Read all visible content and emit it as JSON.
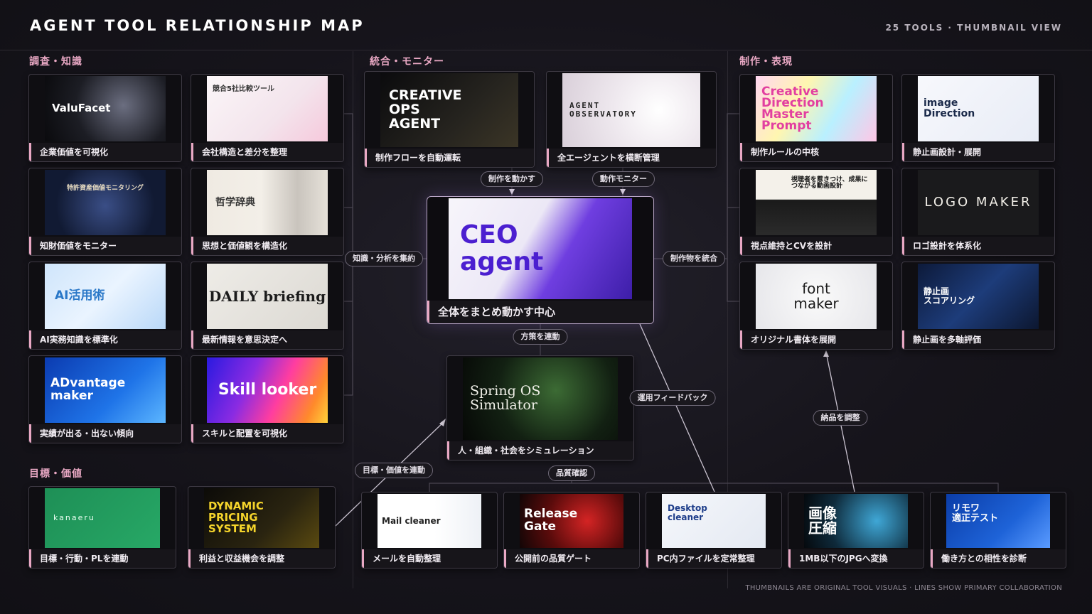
{
  "header": {
    "title": "AGENT TOOL RELATIONSHIP MAP",
    "subtitle": "25 TOOLS · THUMBNAIL VIEW"
  },
  "sections": {
    "research": "調査・知識",
    "integration": "統合・モニター",
    "creation": "制作・表現",
    "goals": "目標・価値"
  },
  "footer": "THUMBNAILS ARE ORIGINAL TOOL VISUALS · LINES SHOW PRIMARY COLLABORATION",
  "center": {
    "thumb": "CEO\nagent",
    "caption": "全体をまとめ動かす中心"
  },
  "tools": [
    {
      "thumb": "ValuFacet",
      "caption": "企業価値を可視化"
    },
    {
      "thumb": "競合5社比較ツール",
      "caption": "会社構造と差分を整理"
    },
    {
      "thumb": "特許資産価値モニタリング",
      "caption": "知財価値をモニター"
    },
    {
      "thumb": "哲学辞典",
      "caption": "思想と価値観を構造化"
    },
    {
      "thumb": "AI活用術",
      "caption": "AI実務知識を標準化"
    },
    {
      "thumb": "DAILY briefing",
      "caption": "最新情報を意思決定へ"
    },
    {
      "thumb": "ADvantage\nmaker",
      "caption": "実績が出る・出ない傾向"
    },
    {
      "thumb": "Skill looker",
      "caption": "スキルと配置を可視化"
    },
    {
      "thumb": "CREATIVE\nOPS\nAGENT",
      "caption": "制作フローを自動運転"
    },
    {
      "thumb": "AGENT\nOBSERVATORY",
      "caption": "全エージェントを横断管理"
    },
    {
      "thumb": "Spring OS\nSimulator",
      "caption": "人・組織・社会をシミュレーション"
    },
    {
      "thumb": "Creative\nDirection\nMaster\nPrompt",
      "caption": "制作ルールの中核"
    },
    {
      "thumb": "image\nDirection",
      "caption": "静止画設計・展開"
    },
    {
      "thumb": "視聴者を惹きつけ、成果につながる動画設計",
      "caption": "視点維持とCVを設計"
    },
    {
      "thumb": "LOGO MAKER",
      "caption": "ロゴ設計を体系化"
    },
    {
      "thumb": "font\nmaker",
      "caption": "オリジナル書体を展開"
    },
    {
      "thumb": "静止画\nスコアリング",
      "caption": "静止画を多軸評価"
    },
    {
      "thumb": "kanaeru",
      "caption": "目標・行動・PLを連動"
    },
    {
      "thumb": "DYNAMIC\nPRICING\nSYSTEM",
      "caption": "利益と収益機会を調整"
    },
    {
      "thumb": "Mail cleaner",
      "caption": "メールを自動整理"
    },
    {
      "thumb": "Release\nGate",
      "caption": "公開前の品質ゲート"
    },
    {
      "thumb": "Desktop\ncleaner",
      "caption": "PC内ファイルを定常整理"
    },
    {
      "thumb": "画像\n圧縮",
      "caption": "1MB以下のJPGへ変換"
    },
    {
      "thumb": "リモワ\n適正テスト",
      "caption": "働き方との相性を診断"
    }
  ],
  "connections": [
    {
      "label": "制作を動かす"
    },
    {
      "label": "動作モニター"
    },
    {
      "label": "知識・分析を集約"
    },
    {
      "label": "制作物を統合"
    },
    {
      "label": "方策を連動"
    },
    {
      "label": "運用フィードバック"
    },
    {
      "label": "納品を調整"
    },
    {
      "label": "目標・価値を連動"
    },
    {
      "label": "品質確認"
    }
  ],
  "colors": {
    "accent": "#e9a8c4",
    "background": "#131117"
  }
}
